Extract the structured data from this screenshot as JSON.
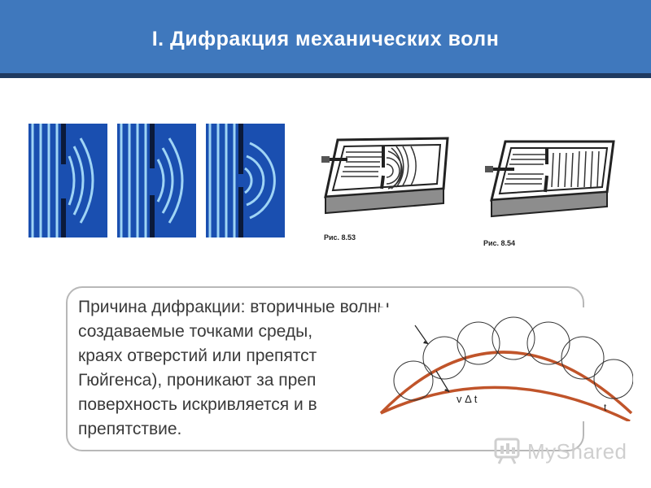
{
  "slide": {
    "title": "I. Дифракция механических волн"
  },
  "figures": {
    "caption_left": "Рис. 8.53",
    "caption_right": "Рис. 8.54"
  },
  "text": {
    "lines": [
      "Причина дифракции: вторичные волны,",
      "создаваемые точками среды,",
      "краях отверстий или препятст",
      "Гюйгенса), проникают за преп",
      "поверхность искривляется и в",
      "препятствие."
    ]
  },
  "huygens": {
    "label_vdt": "v Δ t",
    "label_t": "t"
  },
  "watermark": {
    "text": "MyShared"
  },
  "colors": {
    "header": "#3f78bd",
    "header_bar": "#1f3a60",
    "panel_blue": "#1a4fb0",
    "arc": "#c0542a"
  }
}
